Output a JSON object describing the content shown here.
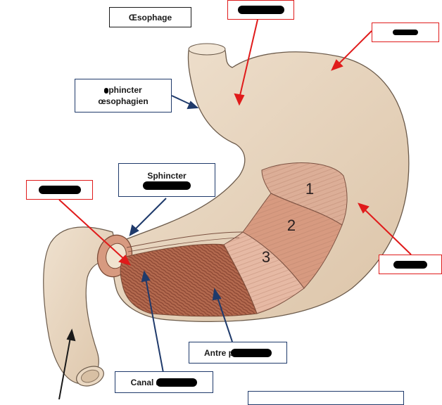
{
  "labels": {
    "oesophage": "Œsophage",
    "sphincter_oeso_line1": "phincter",
    "sphincter_oeso_line2": "œsophagien",
    "sphincter_pylore_line1": "Sphincter",
    "antre": "Antre p",
    "canal": "Canal a"
  },
  "muscle_layers": [
    "1",
    "2",
    "3"
  ],
  "colors": {
    "stomach": "#ead8c2",
    "stomach_outline": "#6b5a4a",
    "muscle_outer": "#dcae97",
    "muscle_middle": "#d79a80",
    "muscle_inner": "#e6b9a4",
    "mucosa": "#b56d52",
    "red_line": "#e01b1b",
    "navy_line": "#1f3a6b"
  }
}
